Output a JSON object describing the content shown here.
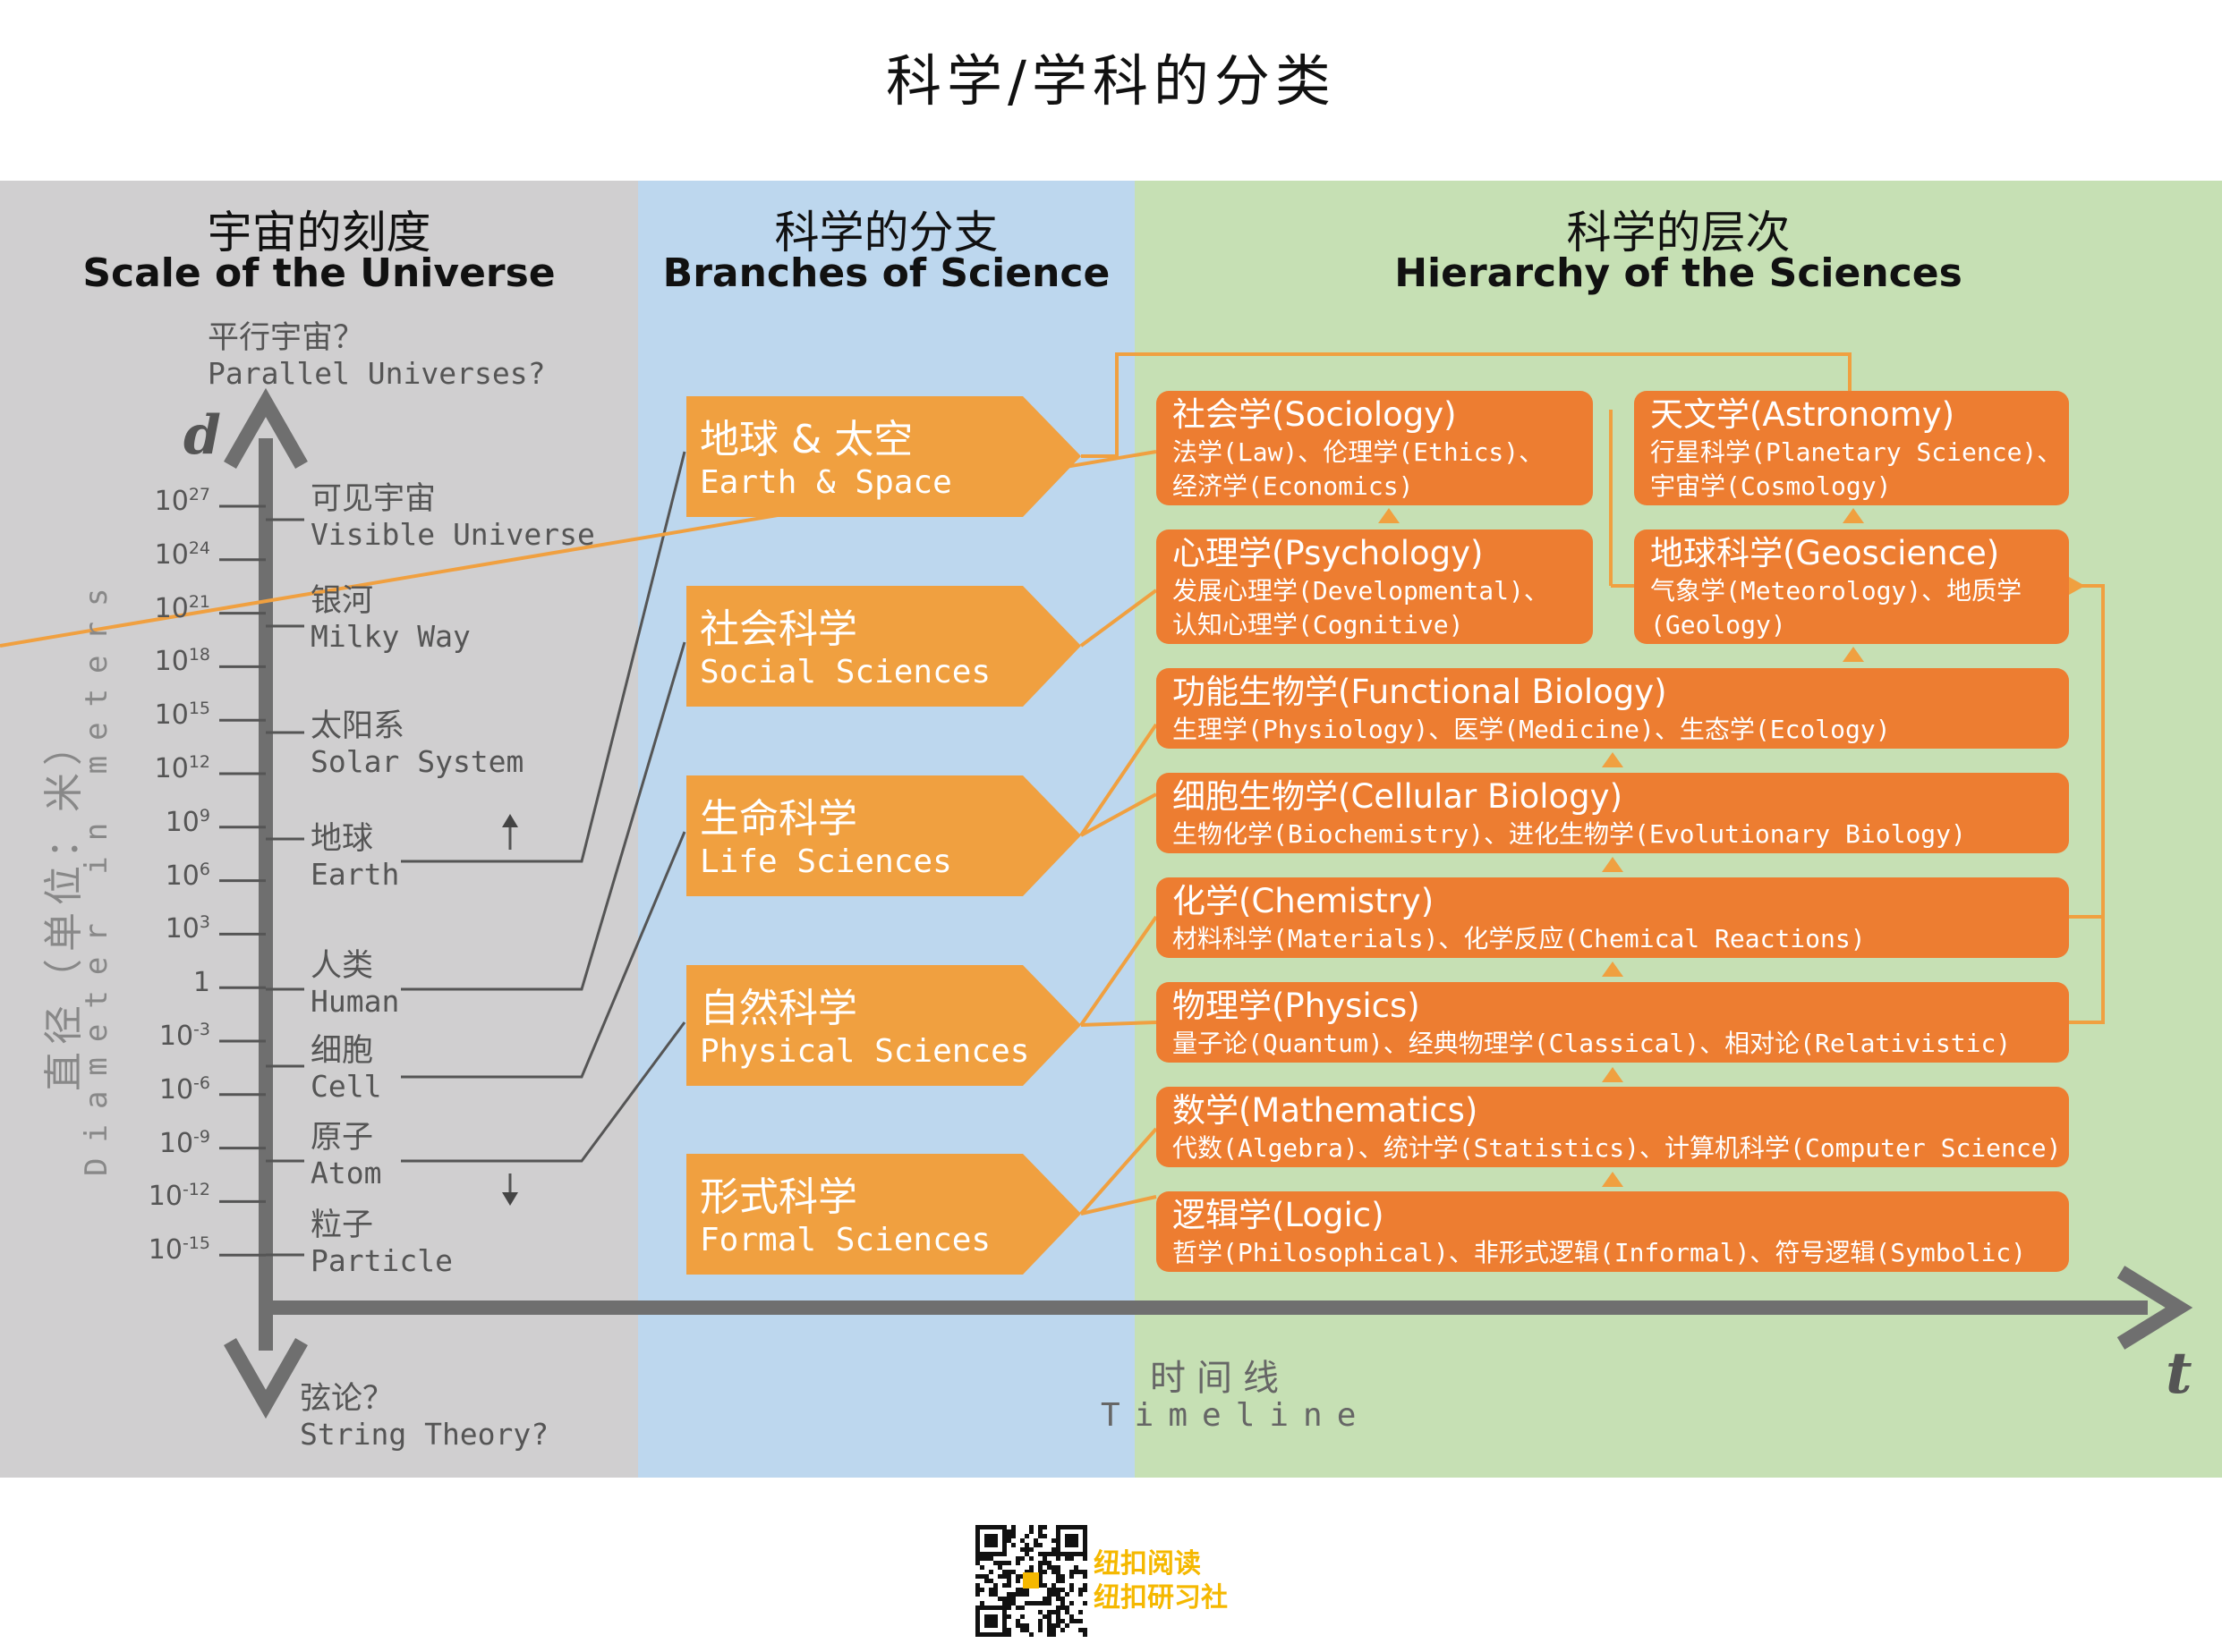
{
  "title": "科学/学科的分类",
  "panels": {
    "scale": {
      "cn": "宇宙的刻度",
      "en": "Scale of the Universe"
    },
    "branches": {
      "cn": "科学的分支",
      "en": "Branches of Science"
    },
    "hierarchy": {
      "cn": "科学的层次",
      "en": "Hierarchy of the Sciences"
    }
  },
  "y_axis": {
    "symbol": "d",
    "label_cn": "直径（单位：米）",
    "label_en": "Diameter in meters",
    "top_cn": "平行宇宙？",
    "top_en": "Parallel Universes?",
    "bottom_cn": "弦论？",
    "bottom_en": "String Theory?"
  },
  "x_axis": {
    "symbol": "t",
    "label_cn": "时间线",
    "label_en": "Timeline"
  },
  "ticks": [
    {
      "base": "10",
      "exp": "27"
    },
    {
      "base": "10",
      "exp": "24"
    },
    {
      "base": "10",
      "exp": "21"
    },
    {
      "base": "10",
      "exp": "18"
    },
    {
      "base": "10",
      "exp": "15"
    },
    {
      "base": "10",
      "exp": "12"
    },
    {
      "base": "10",
      "exp": "9"
    },
    {
      "base": "10",
      "exp": "6"
    },
    {
      "base": "10",
      "exp": "3"
    },
    {
      "base": "1",
      "exp": ""
    },
    {
      "base": "10",
      "exp": "-3"
    },
    {
      "base": "10",
      "exp": "-6"
    },
    {
      "base": "10",
      "exp": "-9"
    },
    {
      "base": "10",
      "exp": "-12"
    },
    {
      "base": "10",
      "exp": "-15"
    }
  ],
  "scale_labels": [
    {
      "cn": "可见宇宙",
      "en": "Visible Universe"
    },
    {
      "cn": "银河",
      "en": "Milky Way"
    },
    {
      "cn": "太阳系",
      "en": "Solar System"
    },
    {
      "cn": "地球",
      "en": "Earth"
    },
    {
      "cn": "人类",
      "en": "Human"
    },
    {
      "cn": "细胞",
      "en": "Cell"
    },
    {
      "cn": "原子",
      "en": "Atom"
    },
    {
      "cn": "粒子",
      "en": "Particle"
    }
  ],
  "branches": [
    {
      "cn": "地球 & 太空",
      "en": "Earth & Space"
    },
    {
      "cn": "社会科学",
      "en": "Social Sciences"
    },
    {
      "cn": "生命科学",
      "en": "Life Sciences"
    },
    {
      "cn": "自然科学",
      "en": "Physical Sciences"
    },
    {
      "cn": "形式科学",
      "en": "Formal Sciences"
    }
  ],
  "hierarchy": {
    "sociology": {
      "title": "社会学(Sociology)",
      "sub1": "法学(Law)、伦理学(Ethics)、",
      "sub2": "经济学(Economics)"
    },
    "astronomy": {
      "title": "天文学(Astronomy)",
      "sub1": "行星科学(Planetary Science)、",
      "sub2": "宇宙学(Cosmology)"
    },
    "psychology": {
      "title": "心理学(Psychology)",
      "sub1": "发展心理学(Developmental)、",
      "sub2": "认知心理学(Cognitive)"
    },
    "geoscience": {
      "title": "地球科学(Geoscience)",
      "sub1": "气象学(Meteorology)、地质学",
      "sub2": "(Geology)"
    },
    "functional": {
      "title": "功能生物学(Functional Biology)",
      "sub1": "生理学(Physiology)、医学(Medicine)、生态学(Ecology)"
    },
    "cellular": {
      "title": "细胞生物学(Cellular Biology)",
      "sub1": "生物化学(Biochemistry)、进化生物学(Evolutionary Biology)"
    },
    "chemistry": {
      "title": "化学(Chemistry)",
      "sub1": "材料科学(Materials)、化学反应(Chemical Reactions)"
    },
    "physics": {
      "title": "物理学(Physics)",
      "sub1": "量子论(Quantum)、经典物理学(Classical)、相对论(Relativistic)"
    },
    "mathematics": {
      "title": "数学(Mathematics)",
      "sub1": "代数(Algebra)、统计学(Statistics)、计算机科学(Computer Science)"
    },
    "logic": {
      "title": "逻辑学(Logic)",
      "sub1": "哲学(Philosophical)、非形式逻辑(Informal)、符号逻辑(Symbolic)"
    }
  },
  "footer": {
    "line1": "纽扣阅读",
    "line2": "纽扣研习社"
  },
  "colors": {
    "orange_light": "#f0a040",
    "orange_dark": "#ed7d31",
    "axis": "#6f6f6f",
    "gray_panel": "#d0cfd0",
    "blue_panel": "#bdd7ee",
    "green_panel": "#c6e0b4"
  }
}
